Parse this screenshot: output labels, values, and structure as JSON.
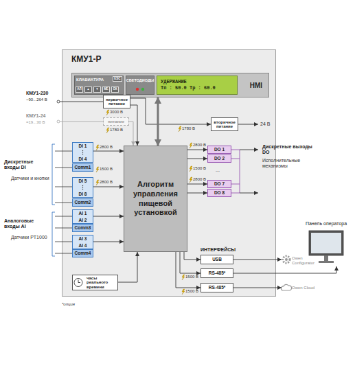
{
  "diagram": {
    "nodes": [
      {
        "text": [
          "КМУ1-Р"
        ]
      },
      {
        "text": [
          "HMI"
        ],
        "in": 0
      },
      {
        "text": [
          "КЛАВИАТУРА"
        ],
        "in": 1
      },
      {
        "text": [
          "ESC"
        ],
        "in": 2
      },
      {
        "text": [
          "АЛ"
        ],
        "in": 2
      },
      {
        "text": [
          "▲"
        ],
        "in": 2
      },
      {
        "text": [
          "▼"
        ],
        "in": 2
      },
      {
        "text": [
          "МЕ"
        ],
        "in": 2
      },
      {
        "text": [
          "ОК"
        ],
        "in": 2
      },
      {
        "text": [
          "СВЕТОДИОДЫ"
        ],
        "in": 1
      },
      {
        "text": [
          "УДЕРЖАНИЕ",
          "Тп : 50.0 Тр : 60.0"
        ],
        "in": 1
      },
      {
        "text": [
          "первичное питание"
        ],
        "in": 0
      },
      {
        "text": [
          "питание"
        ],
        "in": 0
      },
      {
        "text": [
          "вторичное питание"
        ],
        "in": 0
      },
      {
        "text": [
          "DI 1",
          "DI 4"
        ],
        "in": 0
      },
      {
        "text": [
          "Comm1"
        ],
        "in": 0
      },
      {
        "text": [
          "DI 5",
          "DI 8"
        ],
        "in": 0
      },
      {
        "text": [
          "Comm2"
        ],
        "in": 0
      },
      {
        "text": [
          "AI 1",
          "AI 2"
        ],
        "in": 0
      },
      {
        "text": [
          "Comm3"
        ],
        "in": 0
      },
      {
        "text": [
          "AI 3",
          "AI 4"
        ],
        "in": 0
      },
      {
        "text": [
          "Comm4"
        ],
        "in": 0
      },
      {
        "text": [
          "Алгоритм управления пищевой установкой"
        ],
        "in": 0
      },
      {
        "text": [
          "DO 1"
        ],
        "in": 0
      },
      {
        "text": [
          "DO 2"
        ],
        "in": 0
      },
      {
        "text": [
          "DO 7"
        ],
        "in": 0
      },
      {
        "text": [
          "DO 8"
        ],
        "in": 0
      },
      {
        "text": [
          "USB"
        ],
        "in": 0
      },
      {
        "text": [
          "RS-485*"
        ],
        "in": 0
      },
      {
        "text": [
          "RS-485*"
        ],
        "in": 0
      },
      {
        "text": [
          "часы реального времени"
        ],
        "in": 0
      },
      {
        "text": [
          "Owen Configurator"
        ]
      },
      {
        "text": [
          "Owen Cloud"
        ]
      },
      {
        "text": [
          "Панель оператора"
        ]
      }
    ],
    "edges": [
      {
        "from": 11,
        "to": 22,
        "arrow": "to"
      },
      {
        "from": 12,
        "to": 22,
        "arrow": "to"
      },
      {
        "from": 11,
        "to": 13,
        "arrow": "to"
      },
      {
        "from": 1,
        "to": 22,
        "arrow": "both"
      },
      {
        "from": 14,
        "to": 22,
        "arrow": "to"
      },
      {
        "from": 16,
        "to": 22,
        "arrow": "to"
      },
      {
        "from": 18,
        "to": 22,
        "arrow": "to"
      },
      {
        "from": 20,
        "to": 22,
        "arrow": "to"
      },
      {
        "from": 22,
        "to": 23,
        "arrow": "to"
      },
      {
        "from": 22,
        "to": 24,
        "arrow": "to"
      },
      {
        "from": 22,
        "to": 25,
        "arrow": "to"
      },
      {
        "from": 22,
        "to": 26,
        "arrow": "to"
      },
      {
        "from": 22,
        "to": 27,
        "arrow": "to"
      },
      {
        "from": 22,
        "to": 28,
        "arrow": "to"
      },
      {
        "from": 22,
        "to": 29,
        "arrow": "to"
      },
      {
        "from": 27,
        "to": 31,
        "arrow": "to"
      },
      {
        "from": 28,
        "to": 33,
        "arrow": "to"
      },
      {
        "from": 29,
        "to": 32,
        "arrow": "to"
      },
      {
        "from": 30,
        "to": 22,
        "arrow": "to"
      }
    ],
    "labels": [
      "КМУ1-230",
      "~90...264 В",
      "КМУ1-24",
      "=19...30 В",
      "3000 В",
      "1780 В",
      "1780 В",
      "24 В",
      "2800 В",
      "1500 В",
      "2800 В",
      "2800 В",
      "1500 В",
      "...",
      "2800 В",
      "Дискретные входы DI",
      "Датчики и кнопки",
      "Аналоговые входы AI",
      "Датчики PT1000",
      "Дискретные выходы DO",
      "Исполнительные механизмы",
      "ИНТЕРФЕЙСЫ",
      "1500 В",
      "1500 В",
      "*опция"
    ]
  }
}
